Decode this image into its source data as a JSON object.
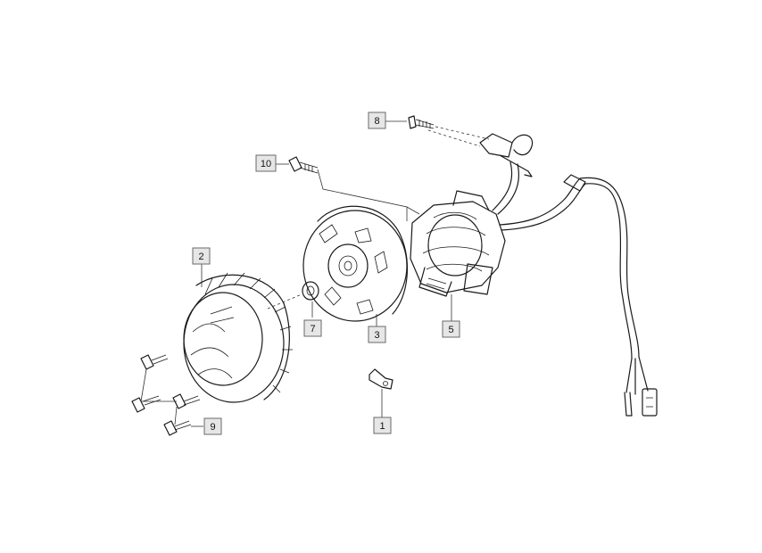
{
  "callouts": [
    {
      "id": "c1",
      "label": "1"
    },
    {
      "id": "c2",
      "label": "2"
    },
    {
      "id": "c3",
      "label": "3"
    },
    {
      "id": "c5",
      "label": "5"
    },
    {
      "id": "c7",
      "label": "7"
    },
    {
      "id": "c8",
      "label": "8"
    },
    {
      "id": "c9",
      "label": "9"
    },
    {
      "id": "c10",
      "label": "10"
    }
  ]
}
